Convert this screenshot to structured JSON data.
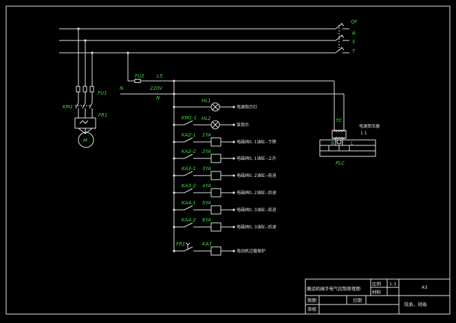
{
  "breaker": "QF",
  "phases": [
    "R",
    "S",
    "T"
  ],
  "neutral": "N",
  "fuse_ctrl": "FU2",
  "fuse_ctrl_conductor": "L5",
  "supply_voltage": "220V",
  "fuse_main": "FU1",
  "contactor_main": "KM1",
  "thermal_relay": "FR1",
  "motor": "M",
  "transformer": "TC",
  "plc_label": "PLC",
  "plc_power_label": "电源变压器",
  "plc_power_ratio": "1 1",
  "plc_terminals": [
    "N",
    "L"
  ],
  "rungs": [
    {
      "contact": "",
      "device": "HL1",
      "type": "lamp",
      "desc": "电源指示灯"
    },
    {
      "contact": "KM1-1",
      "device": "HL2",
      "type": "lamp",
      "desc": "泵指示"
    },
    {
      "contact": "KA2-1",
      "device": "1YA",
      "type": "coil",
      "desc": "电磁阀0, 1油缸--下降"
    },
    {
      "contact": "KA2-2",
      "device": "2YA",
      "type": "coil",
      "desc": "电磁阀0, 1油缸--上升"
    },
    {
      "contact": "KA3-1",
      "device": "3YA",
      "type": "coil",
      "desc": "电磁阀0, 2油缸--前进"
    },
    {
      "contact": "KA3-2",
      "device": "4YA",
      "type": "coil",
      "desc": "电磁阀0, 2油缸--后退"
    },
    {
      "contact": "KA4-1",
      "device": "5YA",
      "type": "coil",
      "desc": "电磁阀0, 3油缸--前进"
    },
    {
      "contact": "KA4-2",
      "device": "6YA",
      "type": "coil",
      "desc": "电磁阀0, 3油缸--后退"
    },
    {
      "contact": "FR1",
      "device": "KA3",
      "type": "coil",
      "desc": "电动机过载保护"
    }
  ],
  "title_block": {
    "title": "搬运机械手电气控制原理图",
    "scale_label": "比例",
    "scale_value": "1:1",
    "material_label": "材料",
    "sheet_size": "A3",
    "drawn_label": "制图",
    "checked_label": "审核",
    "date_label": "日期",
    "school": "院系、班级"
  }
}
